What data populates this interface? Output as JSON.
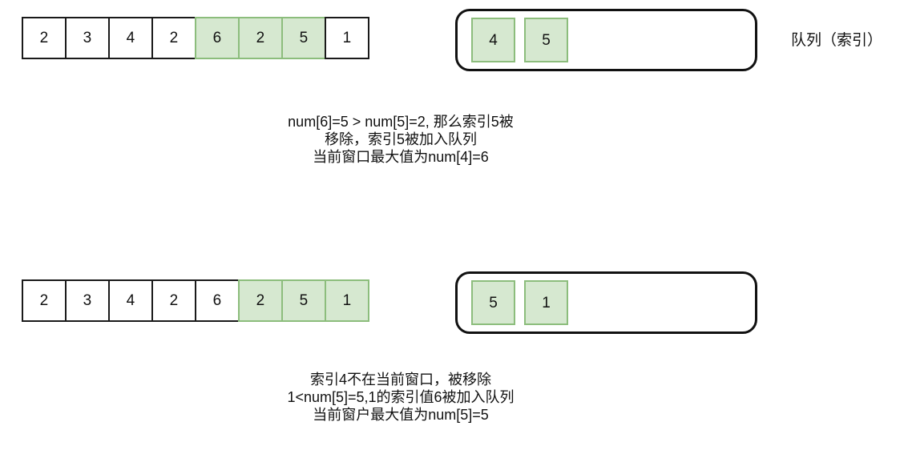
{
  "diagram": {
    "title_label": "队列（索引）",
    "colors": {
      "cell_border": "#1a1a1a",
      "highlight_fill": "#d6e8d0",
      "highlight_border": "#8cbd7c",
      "queue_border": "#111111",
      "text": "#111111",
      "background": "#ffffff"
    },
    "steps": [
      {
        "array": {
          "values": [
            "2",
            "3",
            "4",
            "2",
            "6",
            "2",
            "5",
            "1"
          ],
          "highlighted": [
            false,
            false,
            false,
            false,
            true,
            true,
            true,
            false
          ]
        },
        "queue": {
          "values": [
            "4",
            "5"
          ]
        },
        "caption": {
          "line1": "num[6]=5  > num[5]=2, 那么索引5被",
          "line2": "移除，索引5被加入队列",
          "line3": "当前窗口最大值为num[4]=6"
        }
      },
      {
        "array": {
          "values": [
            "2",
            "3",
            "4",
            "2",
            "6",
            "2",
            "5",
            "1"
          ],
          "highlighted": [
            false,
            false,
            false,
            false,
            false,
            true,
            true,
            true
          ]
        },
        "queue": {
          "values": [
            "5",
            "1"
          ]
        },
        "caption": {
          "line1": "索引4不在当前窗口，被移除",
          "line2": "1<num[5]=5,1的索引值6被加入队列",
          "line3": "当前窗户最大值为num[5]=5"
        }
      }
    ]
  }
}
